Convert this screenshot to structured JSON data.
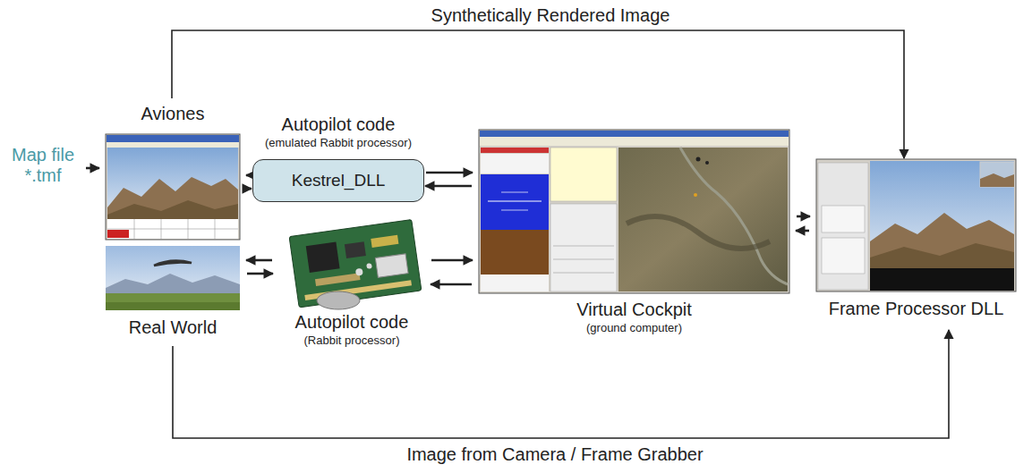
{
  "diagram": {
    "nodes": [
      {
        "text": [
          "Map file *.tmf"
        ]
      },
      {
        "text": [
          "Aviones"
        ]
      },
      {
        "text": [
          "Autopilot code",
          "(emulated Rabbit processor)",
          "Kestrel_DLL"
        ]
      },
      {
        "text": [
          "Real World"
        ]
      },
      {
        "text": [
          "Autopilot code",
          "(Rabbit processor)"
        ]
      },
      {
        "text": [
          "Virtual Cockpit",
          "(ground computer)"
        ]
      },
      {
        "text": [
          "Frame Processor DLL"
        ]
      }
    ],
    "edges": [
      {
        "from": 0,
        "to": 1,
        "arrow": "to"
      },
      {
        "from": 2,
        "to": 1,
        "arrow": "to"
      },
      {
        "from": 1,
        "to": 2,
        "arrow": "to"
      },
      {
        "from": 2,
        "to": 5,
        "arrow": "to"
      },
      {
        "from": 5,
        "to": 2,
        "arrow": "to"
      },
      {
        "from": 4,
        "to": 3,
        "arrow": "to"
      },
      {
        "from": 3,
        "to": 4,
        "arrow": "to"
      },
      {
        "from": 4,
        "to": 5,
        "arrow": "to"
      },
      {
        "from": 5,
        "to": 4,
        "arrow": "to"
      },
      {
        "from": 5,
        "to": 6,
        "arrow": "to"
      },
      {
        "from": 6,
        "to": 5,
        "arrow": "to"
      },
      {
        "from": 1,
        "to": 6,
        "label": "Synthetically Rendered Image",
        "arrow": "to"
      },
      {
        "from": 3,
        "to": 6,
        "label": "Image from Camera / Frame Grabber",
        "arrow": "to"
      }
    ]
  }
}
